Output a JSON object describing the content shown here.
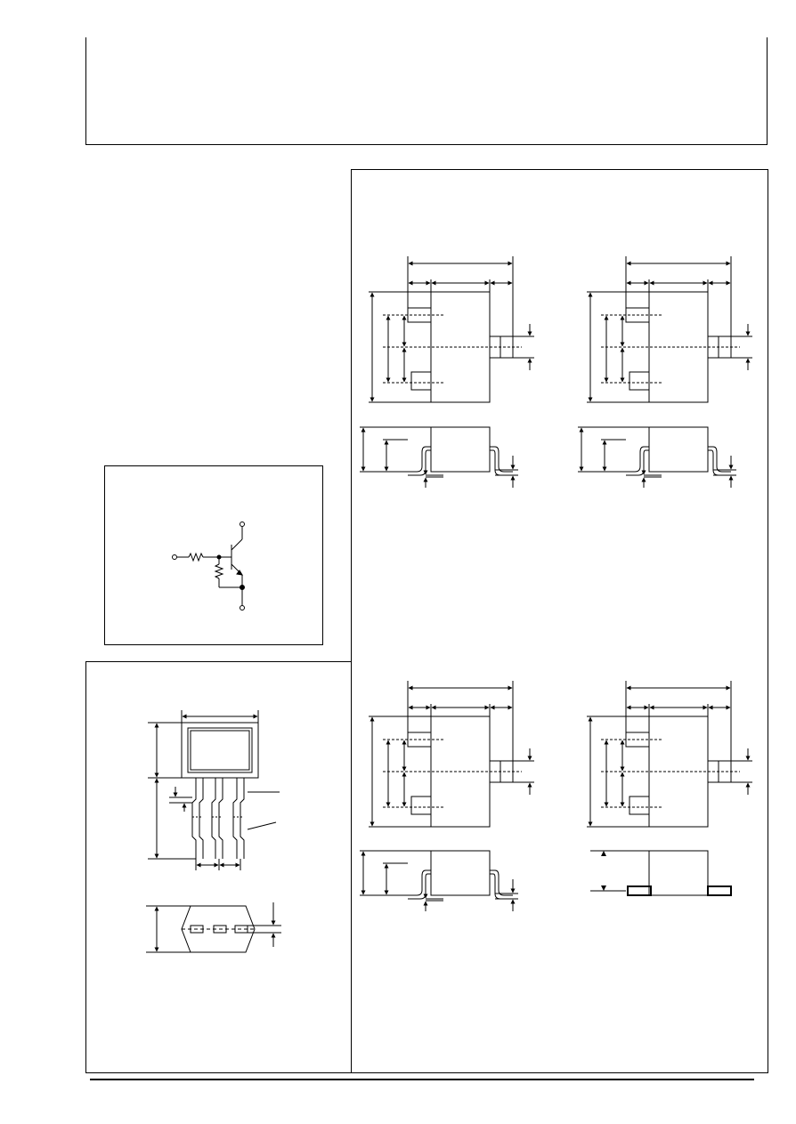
{
  "page": {
    "background": "#ffffff",
    "line_color": "#000000"
  },
  "header": {
    "text": ""
  },
  "circuit": {
    "label": ""
  },
  "packages": [
    {
      "id": "package-top-left",
      "label": ""
    },
    {
      "id": "package-top-right",
      "label": ""
    },
    {
      "id": "package-bottom-left",
      "label": ""
    },
    {
      "id": "package-bottom-right",
      "label": ""
    },
    {
      "id": "package-through-hole",
      "label": ""
    }
  ]
}
